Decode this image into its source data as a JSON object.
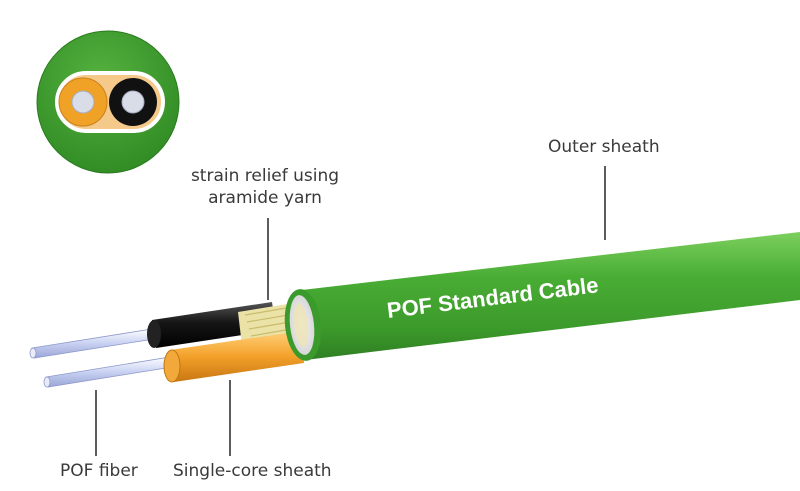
{
  "labels": {
    "outer_sheath": "Outer sheath",
    "strain_relief_line1": "strain relief using",
    "strain_relief_line2": "aramide yarn",
    "pof_fiber": "POF fiber",
    "single_core_sheath": "Single-core sheath"
  },
  "cable_text": "POF Standard Cable",
  "colors": {
    "outer_green": "#3fa535",
    "outer_green_light": "#6cc455",
    "outer_green_dark": "#2e8a27",
    "core_orange": "#f0a226",
    "core_black": "#111111",
    "yarn": "#e8dc9a",
    "fiber": "#c7cff0",
    "leader_line": "#333333",
    "label_text": "#3a3a3a"
  }
}
